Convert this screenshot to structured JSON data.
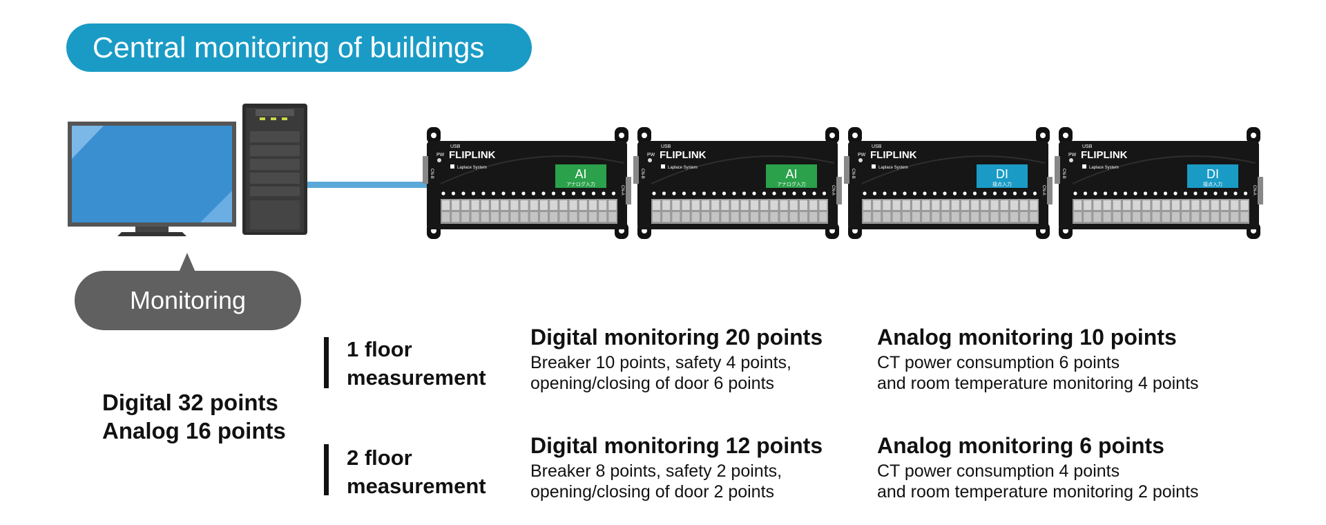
{
  "title": "Central monitoring of buildings",
  "monitoring_label": "Monitoring",
  "summary": {
    "digital": "Digital 32 points",
    "analog": "Analog 16 points"
  },
  "floors": [
    {
      "label_line1": "1 floor",
      "label_line2": "measurement",
      "digital_head": "Digital monitoring 20 points",
      "digital_detail1": "Breaker 10 points, safety 4 points,",
      "digital_detail2": "opening/closing of door 6 points",
      "analog_head": "Analog monitoring 10 points",
      "analog_detail1": "CT power consumption 6 points",
      "analog_detail2": "and room temperature monitoring 4 points"
    },
    {
      "label_line1": "2 floor",
      "label_line2": "measurement",
      "digital_head": "Digital monitoring 12 points",
      "digital_detail1": "Breaker 8 points, safety 2 points,",
      "digital_detail2": "opening/closing of door 2 points",
      "analog_head": "Analog monitoring 6 points",
      "analog_detail1": "CT power consumption 4 points",
      "analog_detail2": "and room temperature monitoring 2 points"
    }
  ],
  "devices": [
    {
      "brand": "FLIPLINK",
      "maker": "Laplace System",
      "usb": "USB",
      "pw": "PW",
      "module": "AI",
      "module_sub": "アナログ入力",
      "module_color": "#2aa14a",
      "port_left": "CN-B",
      "port_right": "CN-A"
    },
    {
      "brand": "FLIPLINK",
      "maker": "Laplace System",
      "usb": "USB",
      "pw": "PW",
      "module": "AI",
      "module_sub": "アナログ入力",
      "module_color": "#2aa14a",
      "port_left": "CN-B",
      "port_right": "CN-A"
    },
    {
      "brand": "FLIPLINK",
      "maker": "Laplace System",
      "usb": "USB",
      "pw": "PW",
      "module": "DI",
      "module_sub": "接点入力",
      "module_color": "#1a9bc6",
      "port_left": "CN-B",
      "port_right": "CN-A"
    },
    {
      "brand": "FLIPLINK",
      "maker": "Laplace System",
      "usb": "USB",
      "pw": "PW",
      "module": "DI",
      "module_sub": "接点入力",
      "module_color": "#1a9bc6",
      "port_left": "CN-B",
      "port_right": "CN-A"
    }
  ],
  "colors": {
    "accent": "#1a9bc6",
    "bubble": "#606060",
    "cable": "#5aa9d8"
  }
}
